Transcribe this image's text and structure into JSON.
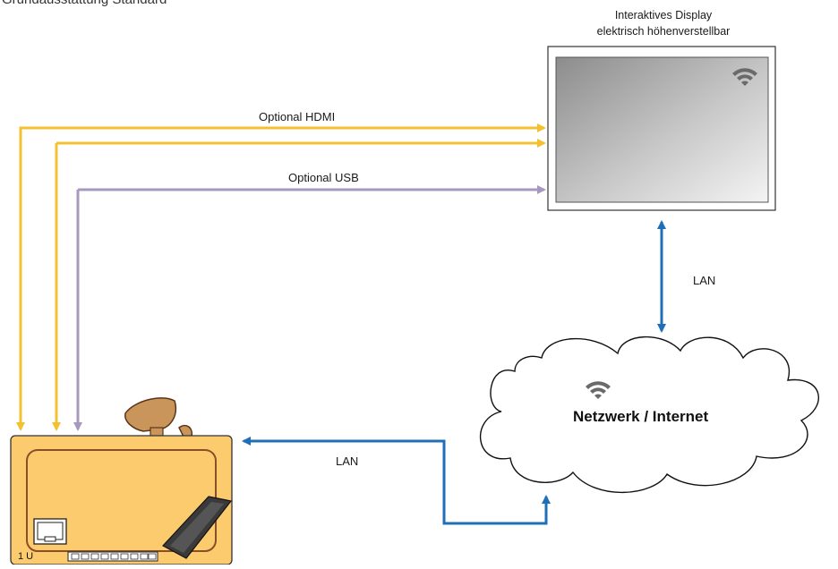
{
  "diagram": {
    "title": "Grundausstattung Standard",
    "display": {
      "caption_line1": "Interaktives Display",
      "caption_line2": "elektrisch höhenverstellbar",
      "icon": "wifi-icon"
    },
    "cloud": {
      "label": "Netzwerk / Internet",
      "icon": "wifi-icon"
    },
    "connections": {
      "hdmi_label": "Optional HDMI",
      "usb_label": "Optional USB",
      "lan_top_label": "LAN",
      "lan_bottom_label": "LAN"
    },
    "desk": {
      "rack_label": "1 U",
      "icon": "teacher-desk-icon"
    },
    "colors": {
      "hdmi": "#F5C030",
      "usb": "#A898C0",
      "lan": "#1E6FB8",
      "desk_fill": "#FBCB6E",
      "desk_border": "#8A4E2A"
    }
  }
}
